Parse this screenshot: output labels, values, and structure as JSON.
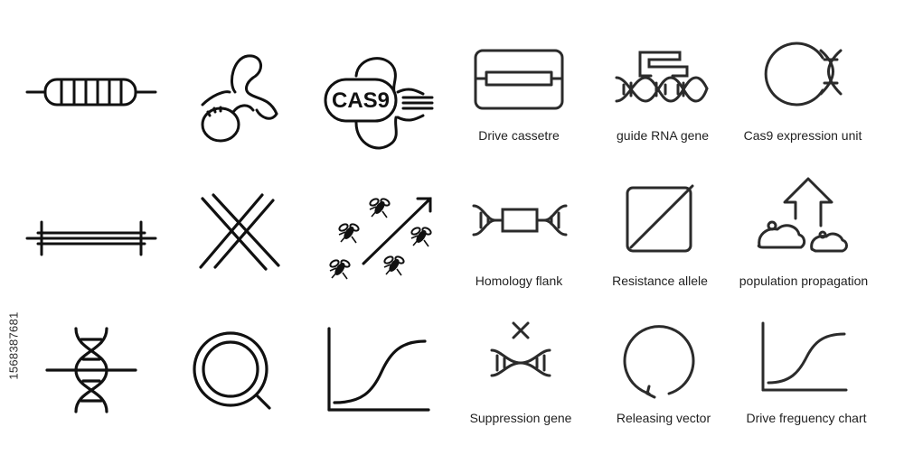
{
  "colors": {
    "background": "#ffffff",
    "stroke": "#111111",
    "stroke_soft": "#2b2b2b"
  },
  "stock_id": "1568387681",
  "icons": [
    {
      "name": "insulator-icon",
      "caption": ""
    },
    {
      "name": "bacterium-icon",
      "caption": ""
    },
    {
      "name": "cas9-protein-icon",
      "caption": ""
    },
    {
      "name": "drive-cassette-icon",
      "caption": "Drive cassetre"
    },
    {
      "name": "guide-rna-gene-icon",
      "caption": "guide RNA gene"
    },
    {
      "name": "cas9-expression-unit-icon",
      "caption": "Cas9 expression unit"
    },
    {
      "name": "homology-bar-icon",
      "caption": ""
    },
    {
      "name": "cross-lines-icon",
      "caption": ""
    },
    {
      "name": "mosquito-spread-icon",
      "caption": ""
    },
    {
      "name": "homology-flank-icon",
      "caption": "Homology flank"
    },
    {
      "name": "resistance-allele-icon",
      "caption": "Resistance allele"
    },
    {
      "name": "population-propagation-icon",
      "caption": "population propagation"
    },
    {
      "name": "crossed-dna-icon",
      "caption": ""
    },
    {
      "name": "plasmid-ring-icon",
      "caption": ""
    },
    {
      "name": "sigmoid-chart-icon",
      "caption": ""
    },
    {
      "name": "suppression-gene-icon",
      "caption": "Suppression gene"
    },
    {
      "name": "releasing-vector-icon",
      "caption": "Releasing vector"
    },
    {
      "name": "drive-frequency-chart-icon",
      "caption": "Drive freguency chart"
    }
  ],
  "labels": {
    "cas9_text": "CAS9"
  }
}
